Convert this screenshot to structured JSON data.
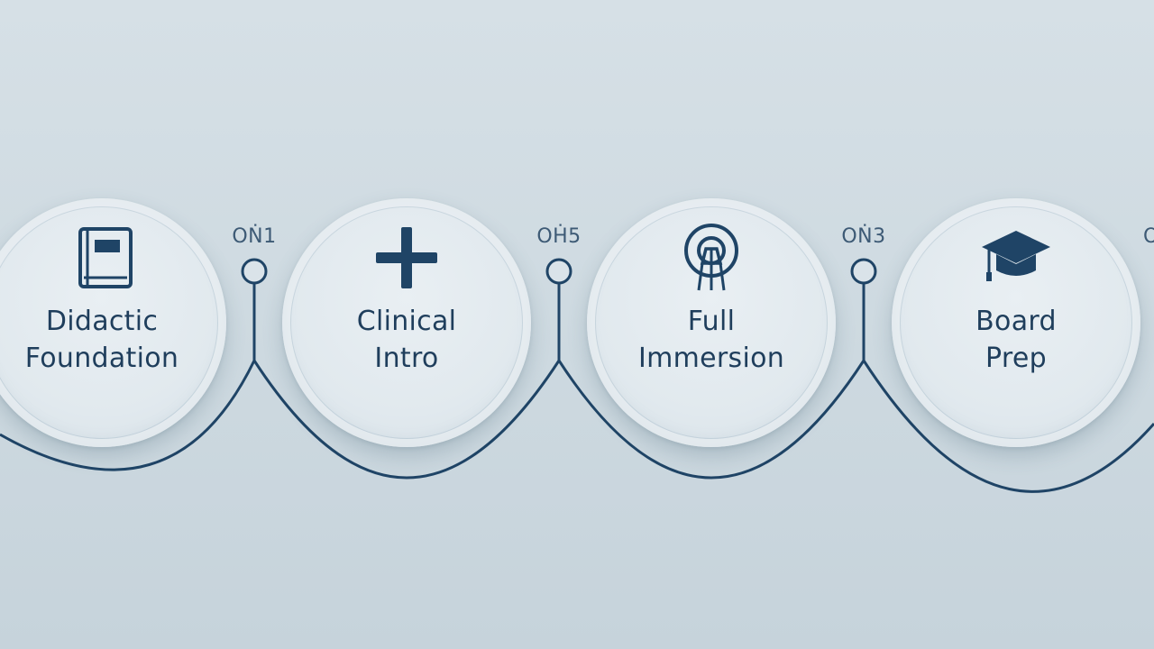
{
  "stages": [
    {
      "label_line1": "Didactic",
      "label_line2": "Foundation",
      "icon": "book-icon"
    },
    {
      "label_line1": "Clinical",
      "label_line2": "Intro",
      "icon": "medical-cross-icon"
    },
    {
      "label_line1": "Full",
      "label_line2": "Immersion",
      "icon": "mri-scanner-icon"
    },
    {
      "label_line1": "Board",
      "label_line2": "Prep",
      "icon": "graduation-cap-icon"
    }
  ],
  "connectors": [
    {
      "tag": "OṄ1"
    },
    {
      "tag": "OḢ5"
    },
    {
      "tag": "OṄ3"
    },
    {
      "tag": "O"
    }
  ],
  "colors": {
    "background": "#d1dce3",
    "line": "#1f4466",
    "text": "#1f3e5c",
    "tag": "#3d5a75"
  }
}
